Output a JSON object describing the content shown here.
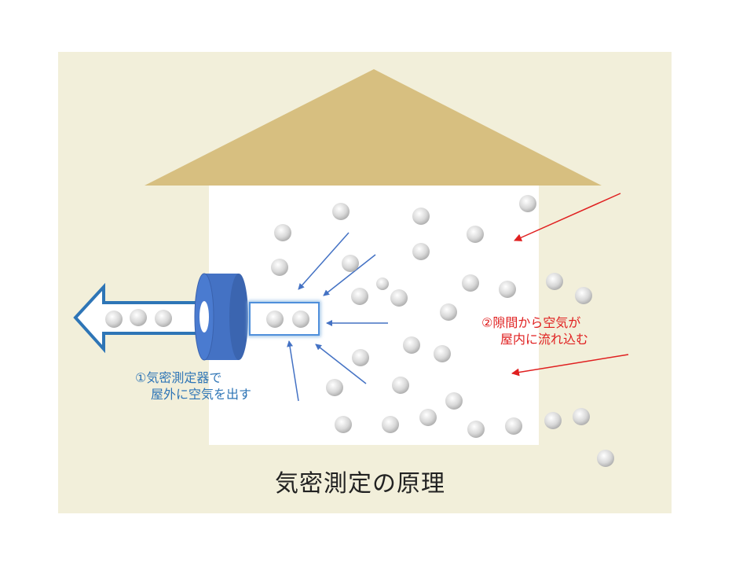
{
  "title": "気密測定の原理",
  "label_device": {
    "line1": "①気密測定器で",
    "line2": "屋外に空気を出す"
  },
  "label_leak": {
    "line1": "②隙間から空気が",
    "line2": "屋内に流れ込む"
  },
  "colors": {
    "background": "#f2efda",
    "roof": "#d7bf80",
    "house": "#ffffff",
    "device": "#4472c4",
    "inflow_arrows": "#4472c4",
    "leak_arrows": "#e02020",
    "device_label": "#2e75b6",
    "leak_label": "#e02020"
  }
}
